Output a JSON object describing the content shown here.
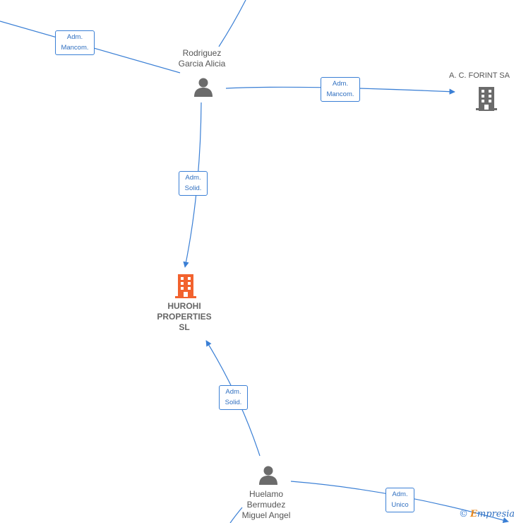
{
  "colors": {
    "edge": "#3a7fd5",
    "person_icon": "#6b6b6b",
    "company_icon": "#6b6b6b",
    "focus_company_icon": "#f2622e"
  },
  "nodes": {
    "rodriguez": {
      "label": "Rodriguez\nGarcia Alicia",
      "icon": "person-icon"
    },
    "forint": {
      "label": "A.  C. FORINT SA",
      "icon": "building-icon"
    },
    "hurohi": {
      "label": "HUROHI\nPROPERTIES\nSL",
      "icon": "building-icon"
    },
    "huelamo": {
      "label": "Huelamo\nBermudez\nMiguel Angel",
      "icon": "person-icon"
    }
  },
  "edges": {
    "topleft_to_rodriguez": {
      "label": "Adm.\nMancom."
    },
    "rodriguez_to_forint": {
      "label": "Adm.\nMancom."
    },
    "rodriguez_to_hurohi": {
      "label": "Adm.\nSolid."
    },
    "huelamo_to_hurohi": {
      "label": "Adm.\nSolid."
    },
    "huelamo_to_right": {
      "label": "Adm.\nUnico"
    }
  },
  "watermark": {
    "symbol": "©",
    "brand_initial": "E",
    "brand_rest": "mpresia"
  }
}
